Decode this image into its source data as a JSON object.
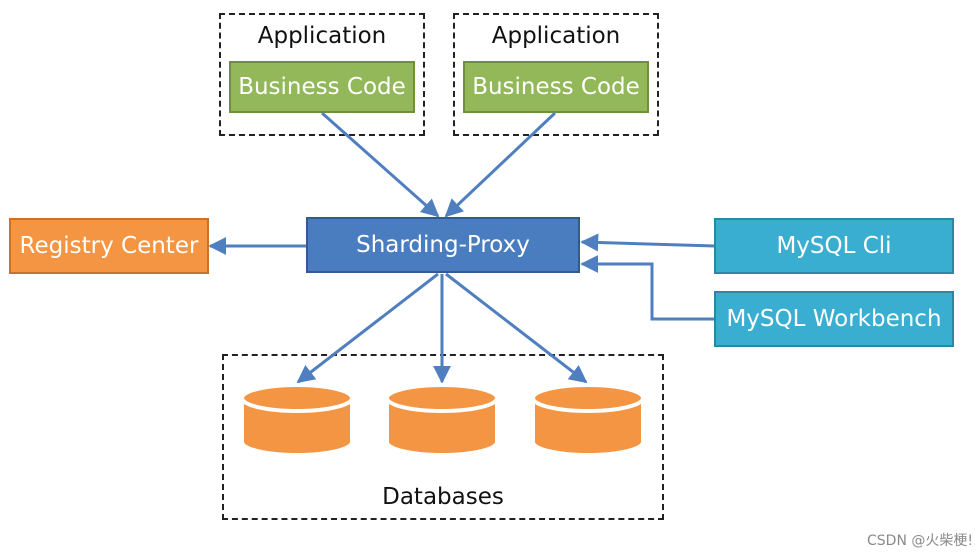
{
  "apps": [
    {
      "title": "Application",
      "code": "Business Code"
    },
    {
      "title": "Application",
      "code": "Business Code"
    }
  ],
  "proxy": {
    "label": "Sharding-Proxy"
  },
  "registry": {
    "label": "Registry Center"
  },
  "clients": [
    {
      "label": "MySQL Cli"
    },
    {
      "label": "MySQL Workbench"
    }
  ],
  "databases": {
    "label": "Databases",
    "count": 3
  },
  "watermark": "CSDN @火柴梗!",
  "colors": {
    "arrow": "#4f7fbf",
    "business": "#93b85a",
    "proxy": "#4a7dc0",
    "registry": "#f39542",
    "client": "#3aaed0",
    "database": "#f39542"
  }
}
